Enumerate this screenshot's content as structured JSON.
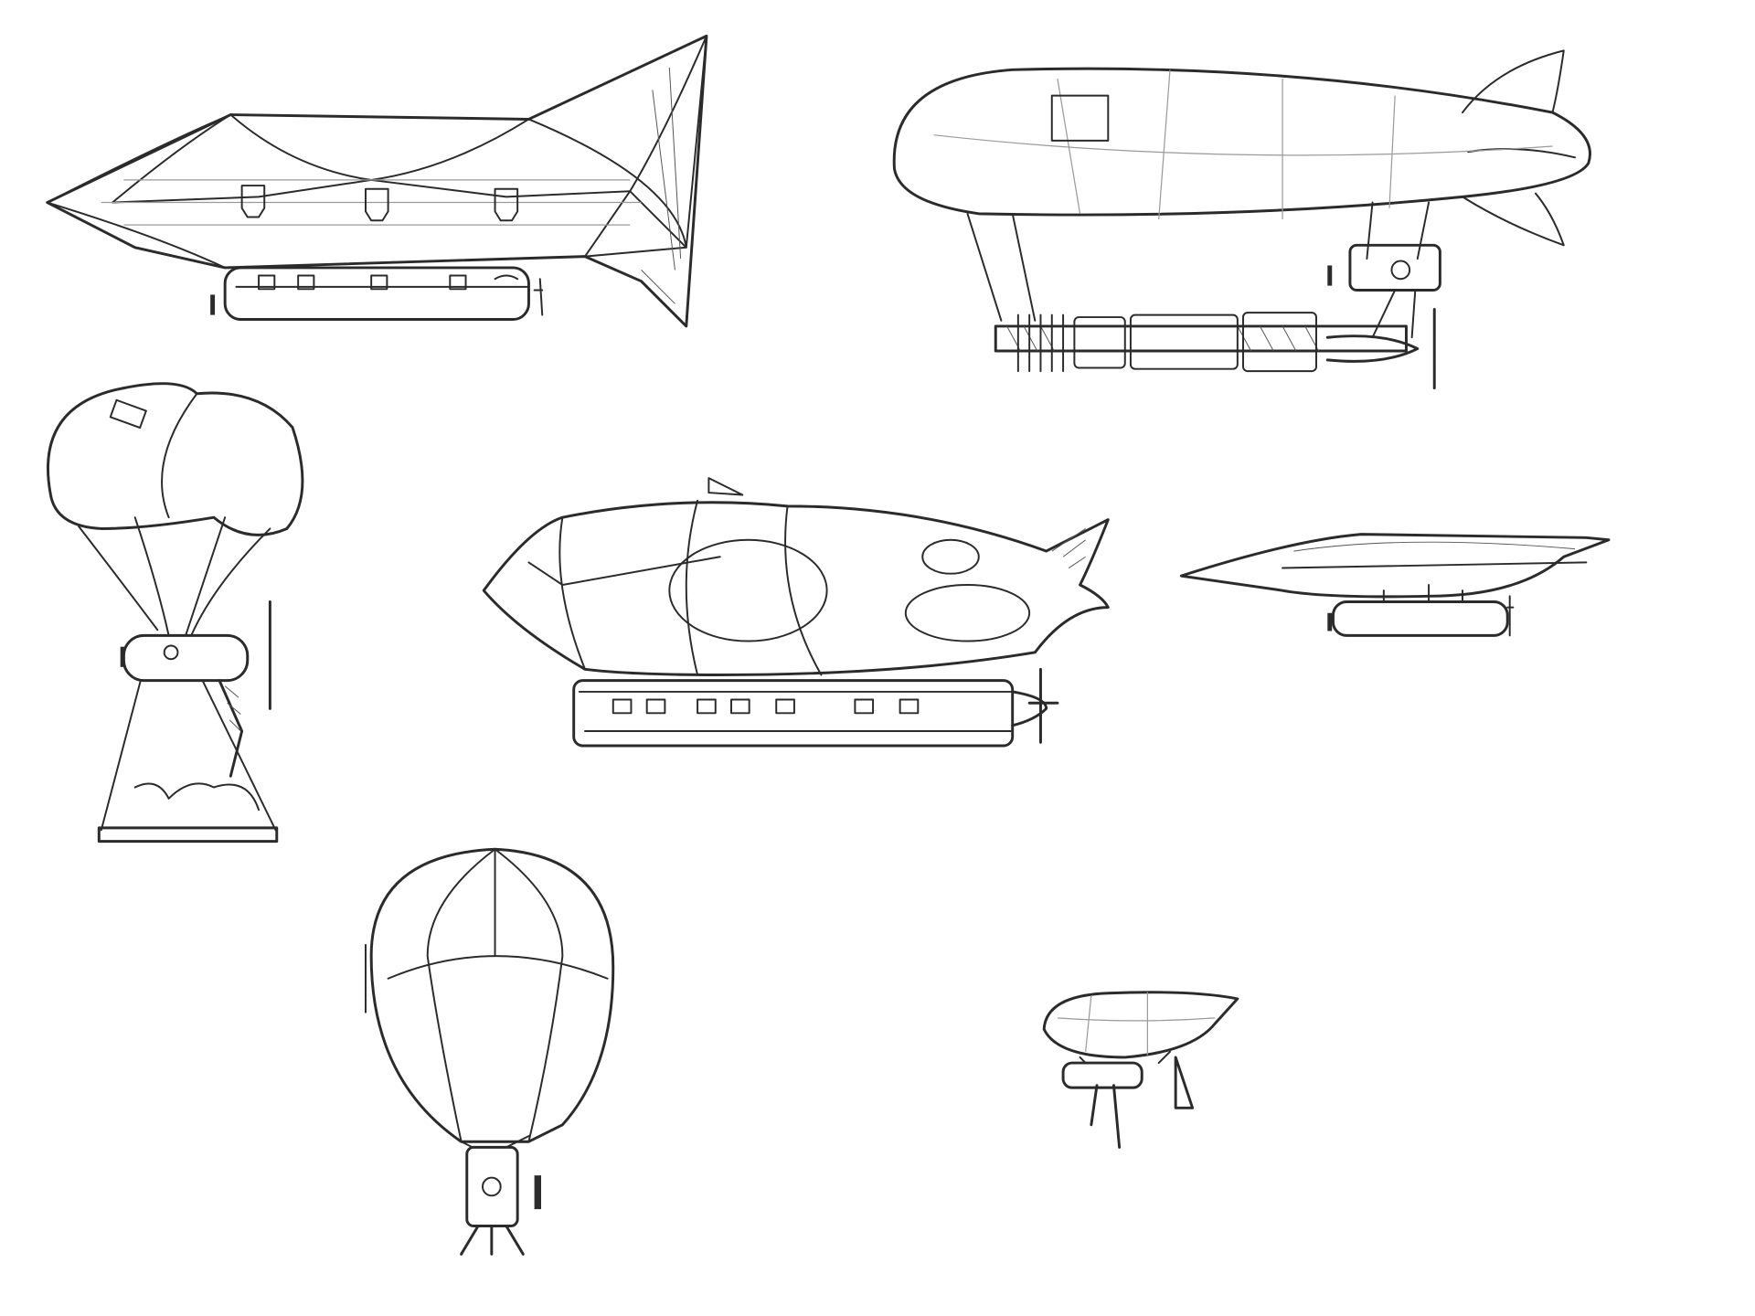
{
  "canvas": {
    "background": "#ffffff",
    "ink": "#2b2b2b"
  },
  "sketches": [
    {
      "id": "rigid-airship-three-engines"
    },
    {
      "id": "blimp-with-truss-keel"
    },
    {
      "id": "round-balloon-with-cargo-platform"
    },
    {
      "id": "streamlined-airship-with-long-gondola"
    },
    {
      "id": "flat-lens-airship"
    },
    {
      "id": "hot-air-style-balloon-with-pod"
    },
    {
      "id": "small-blimp-with-twin-engines"
    }
  ]
}
